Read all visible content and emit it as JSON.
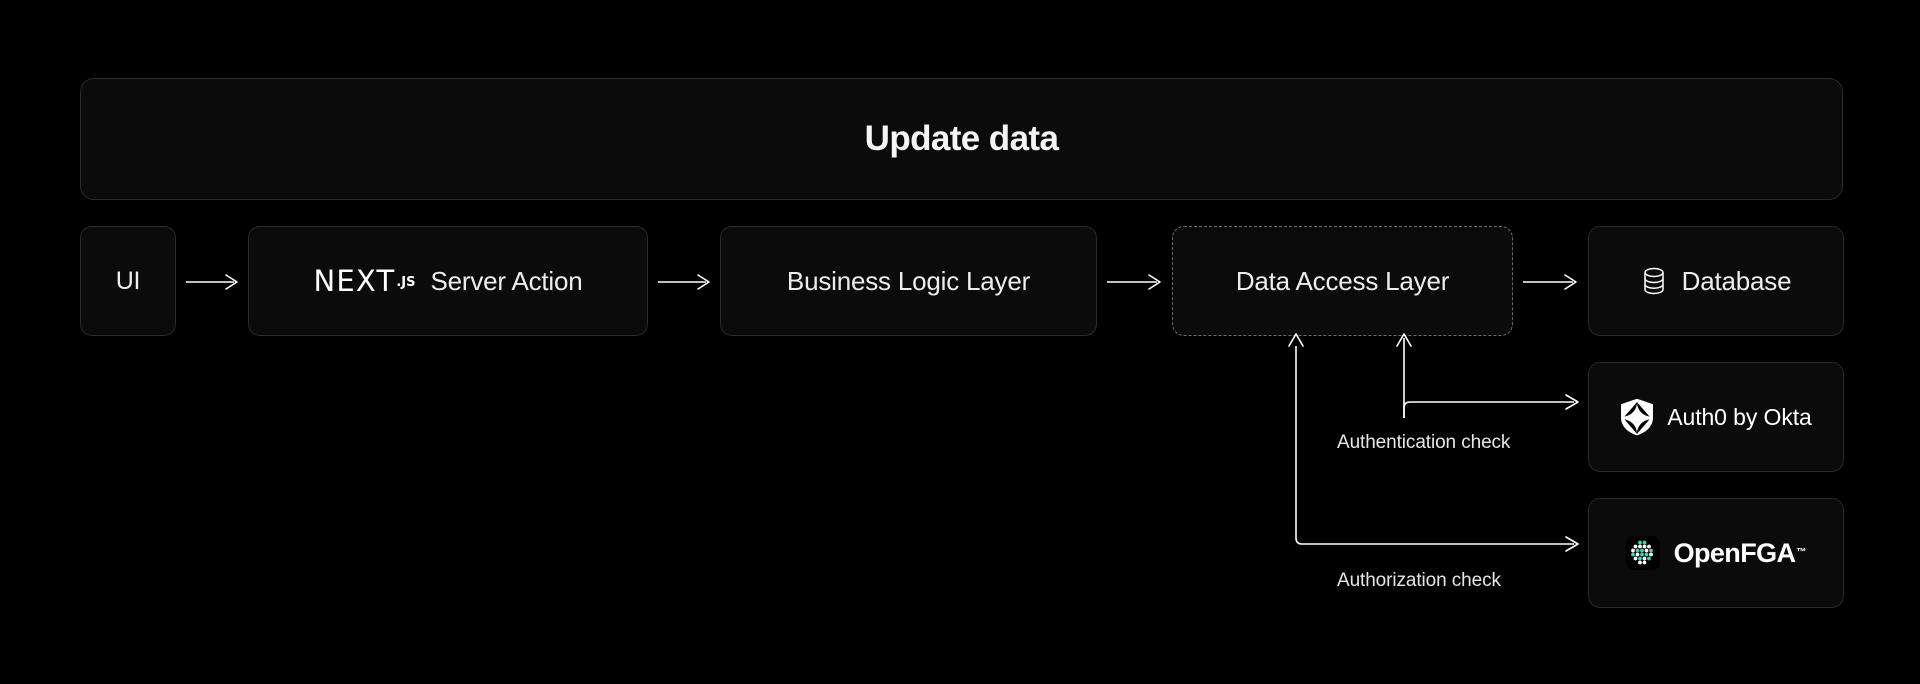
{
  "page": {
    "background_color": "#000000",
    "title": "Update data"
  },
  "flow": {
    "nodes": [
      {
        "id": "ui",
        "label": "UI",
        "border": "solid",
        "icon": null
      },
      {
        "id": "next",
        "label": "Server Action",
        "border": "solid",
        "icon": "nextjs-logo",
        "logo_word": "NEXT",
        "logo_suffix": ".JS"
      },
      {
        "id": "bll",
        "label": "Business Logic Layer",
        "border": "solid",
        "icon": null
      },
      {
        "id": "dal",
        "label": "Data Access Layer",
        "border": "dashed",
        "icon": null
      },
      {
        "id": "db",
        "label": "Database",
        "border": "solid",
        "icon": "database-icon"
      }
    ],
    "arrow_glyph": "⟶"
  },
  "services": [
    {
      "id": "auth0",
      "label": "Auth0 by Okta",
      "icon": "auth0-shield-icon",
      "connector_label": "Authentication check"
    },
    {
      "id": "openfga",
      "label": "OpenFGA",
      "icon": "openfga-dots-icon",
      "trademark": "™",
      "connector_label": "Authorization check"
    }
  ],
  "connectors": [
    {
      "from": "dal",
      "to": "auth0",
      "label": "Authentication check"
    },
    {
      "from": "dal",
      "to": "openfga",
      "label": "Authorization check"
    }
  ],
  "colors": {
    "background": "#000000",
    "box_fill": "#0b0b0b",
    "box_border": "#2b2b2b",
    "dashed_border": "#6b6b6b",
    "text": "#ededed",
    "openfga_accent": "#36d6b0",
    "stroke": "#ffffff"
  }
}
